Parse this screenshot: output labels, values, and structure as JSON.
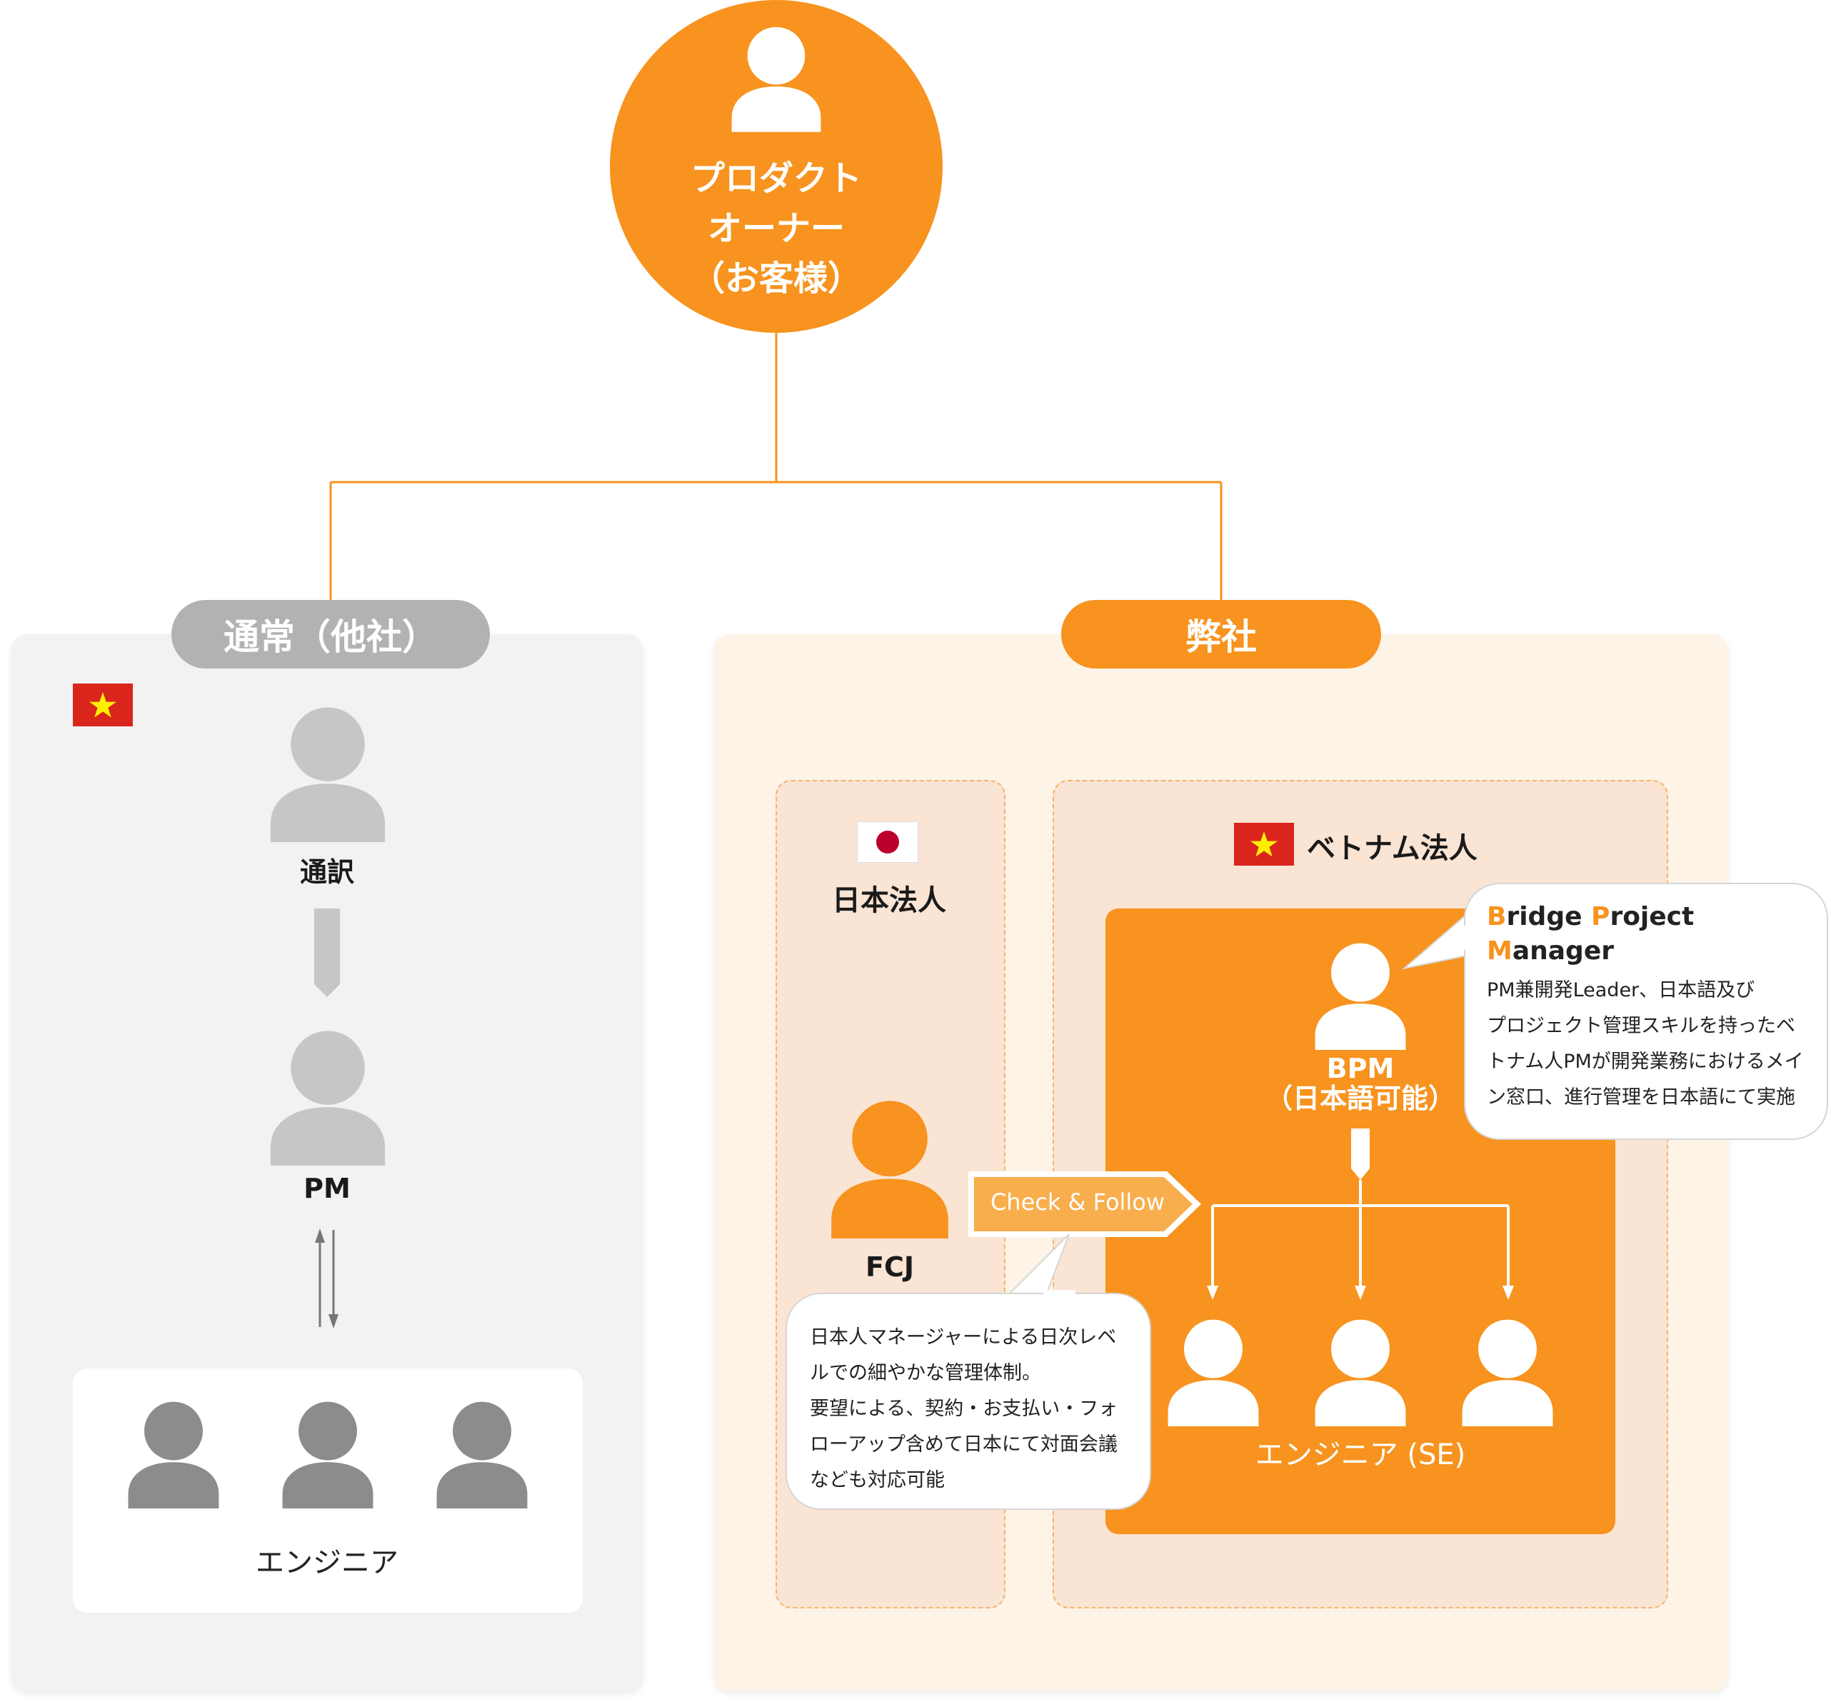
{
  "owner": {
    "line1": "プロダクト",
    "line2": "オーナー",
    "line3": "（お客様）"
  },
  "left": {
    "title": "通常（他社）",
    "interpreter": "通訳",
    "pm": "PM",
    "engineers": "エンジニア",
    "flag": "vietnam-flag"
  },
  "right": {
    "title": "弊社",
    "japan_entity": "日本法人",
    "vietnam_entity": "ベトナム法人",
    "fcj": "FCJ",
    "check_follow": "Check & Follow",
    "bpm_line1": "BPM",
    "bpm_line2": "（日本語可能）",
    "engineers": "エンジニア (SE)",
    "fcj_note": [
      "日本人マネージャーによる日次レベ",
      "ルでの細やかな管理体制。",
      "要望による、契約・お支払い・フォ",
      "ローアップ含めて日本にて対面会議",
      "なども対応可能"
    ],
    "bpm_note": {
      "b": "B",
      "ridge": "ridge ",
      "p": "P",
      "roject": "roject",
      "m": "M",
      "anager": "anager",
      "lines": [
        "PM兼開発Leader、日本語及び",
        "プロジェクト管理スキルを持ったベ",
        "トナム人PMが開発業務におけるメイ",
        "ン窓口、進行管理を日本語にて実施"
      ]
    }
  },
  "colors": {
    "orange": "#f7931e",
    "gray_light": "#c6c6c6",
    "gray_dark": "#8c8c8c",
    "left_panel": "#f2f2f2",
    "right_panel": "#fef3e7",
    "entity_panel": "#fae4d4"
  }
}
